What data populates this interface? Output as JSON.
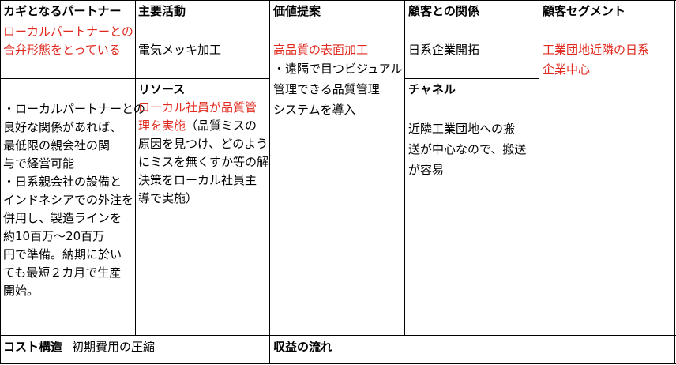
{
  "colors": {
    "accent_red": "#e02a1f",
    "border": "#000000"
  },
  "partners": {
    "header": "カギとなるパートナー",
    "highlight": [
      "ローカルパートナーとの",
      "合弁形態をとっている"
    ],
    "body": [
      "・ローカルパートナーとの",
      "良好な関係があれば、",
      "最低限の親会社の関",
      "与で経営可能",
      "・日系親会社の設備と",
      "インドネシアでの外注を",
      "併用し、製造ラインを",
      "約10百万～20百万",
      "円で準備。納期に於い",
      "ても最短２カ月で生産",
      "開始。"
    ]
  },
  "activities": {
    "header": "主要活動",
    "text": "電気メッキ加工"
  },
  "resources": {
    "header": "リソース",
    "highlight": [
      "ローカル社員が品質管",
      "理を実施"
    ],
    "rest_first": "（品質ミスの",
    "body": [
      "原因を見つけ、どのよう",
      "にミスを無くすか等の解",
      "決策をローカル社員主",
      "導で実施）"
    ]
  },
  "value": {
    "header": "価値提案",
    "highlight": "高品質の表面加工",
    "body": [
      "・遠隔で目つビジュアル",
      "管理できる品質管理",
      "システムを導入"
    ]
  },
  "relationships": {
    "header": "顧客との関係",
    "text": "日系企業開拓"
  },
  "channels": {
    "header": "チャネル",
    "body": [
      "近隣工業団地への搬",
      "送が中心なので、搬送",
      "が容易"
    ]
  },
  "segments": {
    "header": "顧客セグメント",
    "highlight": [
      "工業団地近隣の日系",
      "企業中心"
    ]
  },
  "cost": {
    "header": "コスト構造",
    "text": "初期費用の圧縮"
  },
  "revenue": {
    "header": "収益の流れ"
  }
}
